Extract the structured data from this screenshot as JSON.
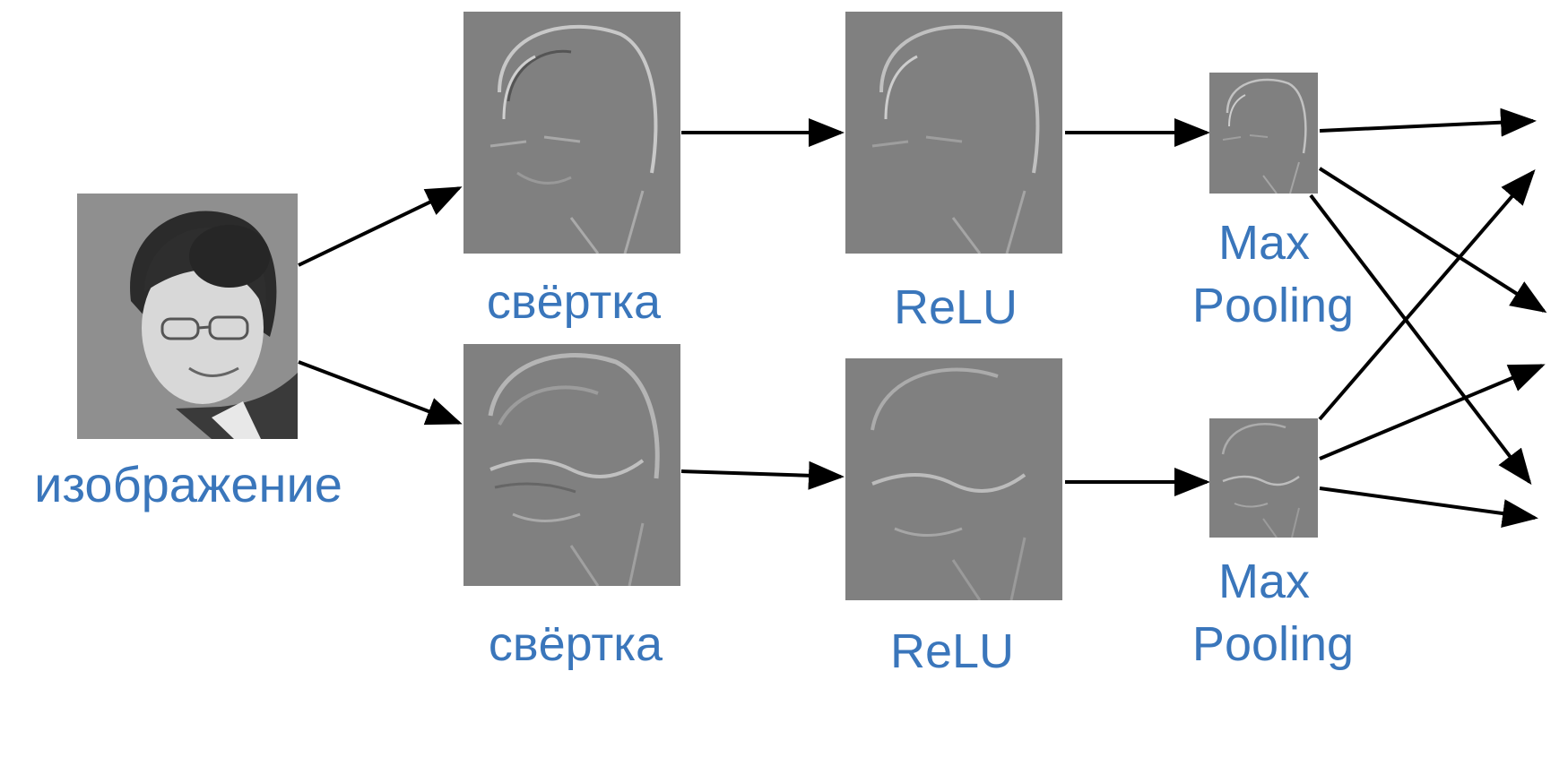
{
  "labels": {
    "input": "изображение",
    "conv_top": "свёртка",
    "conv_bottom": "свёртка",
    "relu_top": "ReLU",
    "relu_bottom": "ReLU",
    "pool_top_line1": "Max",
    "pool_top_line2": "Pooling",
    "pool_bottom_line1": "Max",
    "pool_bottom_line2": "Pooling"
  },
  "images": {
    "input": "grayscale-portrait",
    "conv_top": "vertical-edge-map",
    "conv_bottom": "embossed-edge-map",
    "relu_top": "rectified-vertical-edges",
    "relu_bottom": "rectified-embossed-edges",
    "pool_top": "pooled-vertical-edges",
    "pool_bottom": "pooled-embossed-edges"
  },
  "colors": {
    "label": "#3a76bb",
    "arrow": "#000000",
    "feature_bg": "#808080"
  }
}
